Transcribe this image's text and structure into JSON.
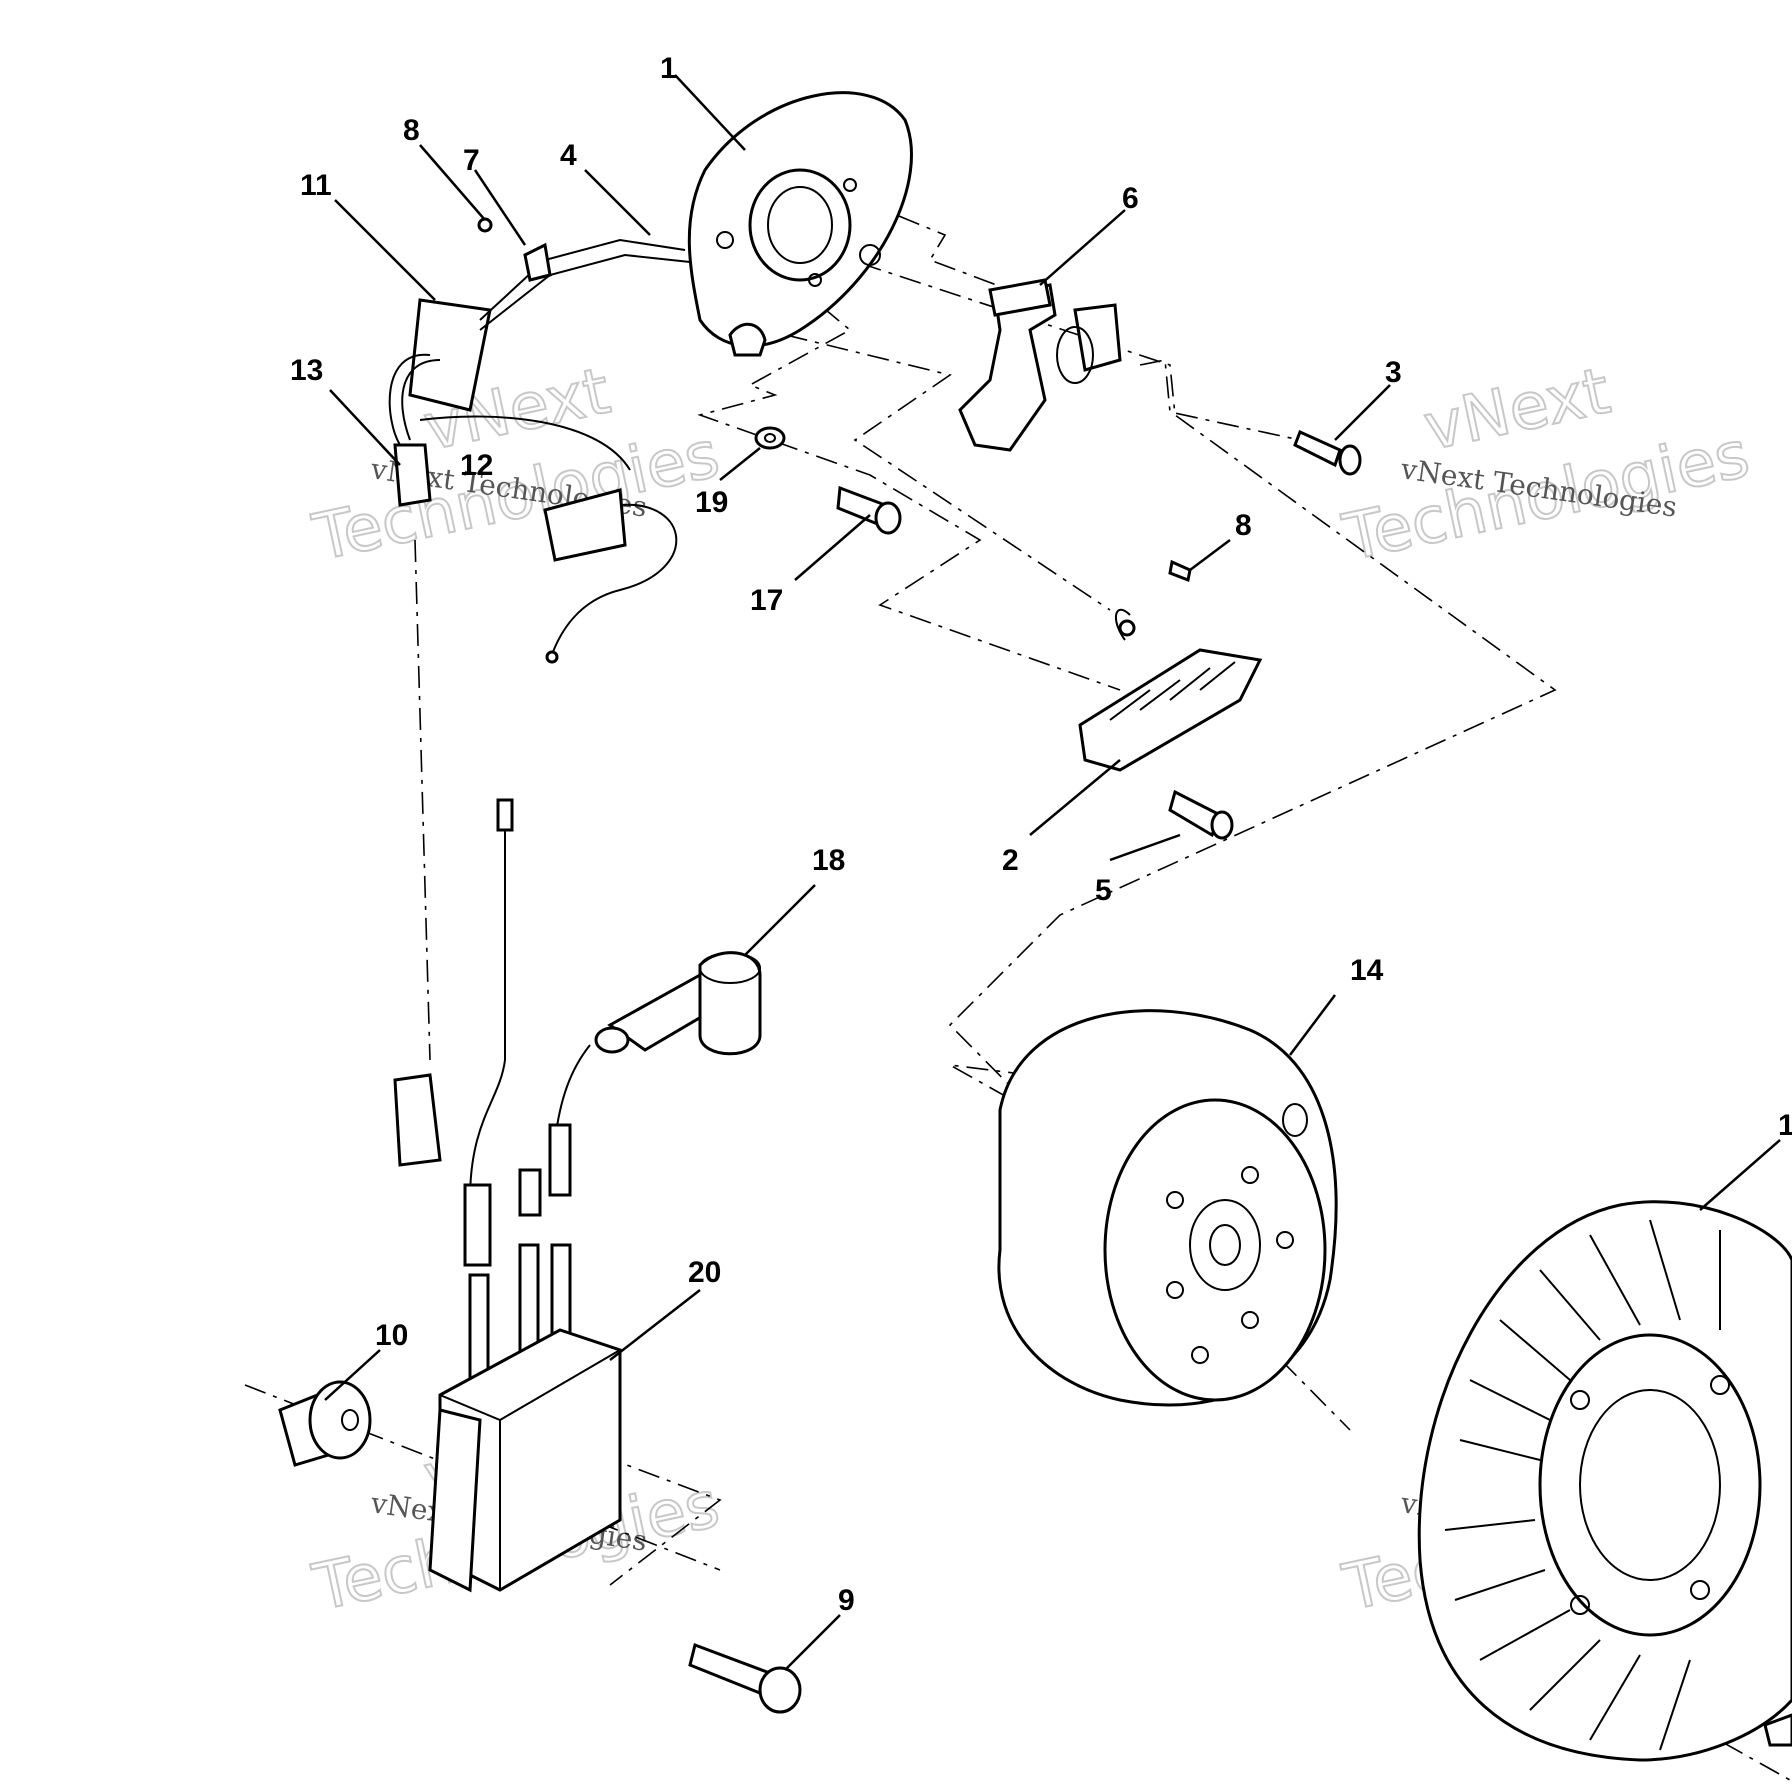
{
  "callouts": [
    {
      "id": "c1",
      "label": "1"
    },
    {
      "id": "c2",
      "label": "2"
    },
    {
      "id": "c3",
      "label": "3"
    },
    {
      "id": "c4",
      "label": "4"
    },
    {
      "id": "c5",
      "label": "5"
    },
    {
      "id": "c6",
      "label": "6"
    },
    {
      "id": "c7",
      "label": "7"
    },
    {
      "id": "c8a",
      "label": "8"
    },
    {
      "id": "c8b",
      "label": "8"
    },
    {
      "id": "c9",
      "label": "9"
    },
    {
      "id": "c10",
      "label": "10"
    },
    {
      "id": "c11",
      "label": "11"
    },
    {
      "id": "c12",
      "label": "12"
    },
    {
      "id": "c13",
      "label": "13"
    },
    {
      "id": "c14",
      "label": "14"
    },
    {
      "id": "c15",
      "label": "1"
    },
    {
      "id": "c17",
      "label": "17"
    },
    {
      "id": "c18",
      "label": "18"
    },
    {
      "id": "c19",
      "label": "19"
    },
    {
      "id": "c20",
      "label": "20"
    }
  ],
  "watermark": {
    "line1": "vNext",
    "line2": "Technologies",
    "small": "vNext Technologies"
  }
}
